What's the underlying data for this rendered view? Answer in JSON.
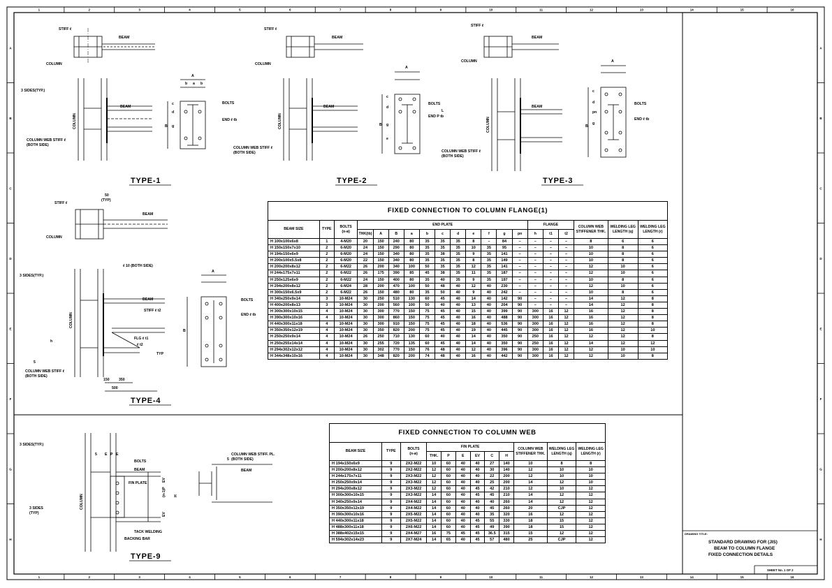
{
  "grid": {
    "columns": [
      "1",
      "2",
      "3",
      "4",
      "5",
      "6",
      "7",
      "8",
      "9",
      "10",
      "11",
      "12",
      "13",
      "14",
      "15",
      "16"
    ],
    "rows": [
      "A",
      "B",
      "C",
      "D",
      "E",
      "F",
      "G",
      "H"
    ]
  },
  "type1": {
    "stiff": "STIFF ℓ",
    "beam_top": "BEAM",
    "column_top": "COLUMN",
    "three_sides": "3 SIDES(TYP.)",
    "beam": "BEAM",
    "column": "COLUMN",
    "stiff_note_1": "COLUMN WEB STIFF ℓ",
    "stiff_note_2": "(BOTH SIDE)",
    "dim_a": "A",
    "dim_b": "b",
    "dim_a2": "a",
    "dim_b2": "b",
    "bolts": "BOLTS",
    "end_pl": "END ℓ tb",
    "dim_B": "B",
    "dim_c": "c",
    "dim_d": "d",
    "dim_g": "g",
    "title": "TYPE-1"
  },
  "type2": {
    "stiff": "STIFF ℓ",
    "beam_top": "BEAM",
    "column_top": "COLUMN",
    "beam": "BEAM",
    "column": "COLUMN",
    "stiff_note_1": "COLUMN WEB STIFF ℓ",
    "stiff_note_2": "(BOTH SIDE)",
    "dim_a": "A",
    "bolts": "BOLTS",
    "dim_L": "L",
    "end_pl": "END P tb",
    "dim_B": "B",
    "dim_c": "c",
    "dim_d": "d",
    "dim_g": "g",
    "dim_e": "e",
    "title": "TYPE-2"
  },
  "type3": {
    "stiff": "STIFF ℓ",
    "beam_top": "BEAM",
    "column_top": "COLUMN",
    "beam": "BEAM",
    "column": "COLUMN",
    "stiff_note_1": "COLUMN WEB STIFF ℓ",
    "stiff_note_2": "(BOTH SIDE)",
    "dim_a": "A",
    "bolts": "BOLTS",
    "end_pl": "END ℓ tb",
    "dim_B": "B",
    "dim_c": "c",
    "dim_d": "d",
    "dim_g": "g",
    "dim_pn": "pn",
    "title": "TYPE-3"
  },
  "type4": {
    "stiff": "STIFF ℓ",
    "dim_50": "50",
    "typ": "(TYP)",
    "beam_top": "BEAM",
    "column_top": "COLUMN",
    "pl10": "ℓ 10 (BOTH SIDE)",
    "three_sides": "3 SIDES(TYP.)",
    "beam": "BEAM",
    "stiff_t2": "STIFF ℓ t2",
    "column": "COLUMN",
    "flg": "FLG ℓ t1",
    "pl_t2": "ℓ t2",
    "typ2": "TYP",
    "dim_h": "h",
    "dim_5": "5",
    "stiff_note_1": "COLUMN WEB STIFF ℓ",
    "stiff_note_2": "(BOTH SIDE)",
    "dim_150": "150",
    "dim_350": "350",
    "dim_500": "500",
    "dim_a": "A",
    "bolts": "BOLTS",
    "end_pl": "END ℓ tb",
    "dim_B": "B",
    "title": "TYPE-4"
  },
  "type9": {
    "dim_5": "5",
    "dim_E": "E",
    "dim_P": "P",
    "dim_E2": "E",
    "three_sides": "3 SIDES(TYP.)",
    "bolts": "BOLTS",
    "beam": "BEAM",
    "fin_plate": "FIN PLATE",
    "column": "COLUMN",
    "dim_H": "H",
    "dim_n1P": "(n-1)P",
    "dim_EV": "EV",
    "dim_EV2": "EV",
    "three_sides_2": "3 SIDES",
    "typ": "(TYP)",
    "tack": "TACK WELDING",
    "backing": "BACKING BAR",
    "stiff_pl": "COLUMN WEB STIFF. PL.",
    "both": "(BOTH SIDE)",
    "dim_5b": "5",
    "beam_right": "BEAM",
    "title": "TYPE-9"
  },
  "flange_table": {
    "title": "FIXED CONNECTION TO COLUMN FLANGE(1)",
    "h_beam": "BEAM SIZE",
    "h_type": "TYPE",
    "h_bolts": "BOLTS",
    "h_bolts2": "(n-ø)",
    "h_end": "END PLATE",
    "h_flange": "FLANGE",
    "h_stiff": "COLUMN WEB STIFFENER THK.",
    "h_wq": "WELDING LEG LENGTH (q)",
    "h_wr": "WELDING LEG LENGTH (r)",
    "sub": [
      "THK(tb)",
      "A",
      "B",
      "a",
      "b",
      "c",
      "d",
      "e",
      "f",
      "g",
      "pn",
      "h",
      "t1",
      "t2"
    ],
    "rows": [
      [
        "H 100x100x6x8",
        "1",
        "4-M20",
        "20",
        "150",
        "240",
        "80",
        "35",
        "35",
        "35",
        "8",
        "–",
        "84",
        "–",
        "–",
        "–",
        "–",
        "8",
        "6",
        "6"
      ],
      [
        "H 150x150x7x10",
        "2",
        "6-M20",
        "24",
        "150",
        "290",
        "80",
        "35",
        "35",
        "35",
        "10",
        "35",
        "95",
        "–",
        "–",
        "–",
        "–",
        "10",
        "8",
        "6"
      ],
      [
        "H 194x150x6x9",
        "2",
        "6-M20",
        "24",
        "150",
        "340",
        "80",
        "35",
        "38",
        "35",
        "9",
        "35",
        "141",
        "–",
        "–",
        "–",
        "–",
        "10",
        "8",
        "6"
      ],
      [
        "H 200x100x5.5x8",
        "2",
        "6-M20",
        "22",
        "150",
        "340",
        "80",
        "35",
        "35",
        "35",
        "8",
        "35",
        "149",
        "–",
        "–",
        "–",
        "–",
        "10",
        "8",
        "6"
      ],
      [
        "H 200x200x8x12",
        "2",
        "6-M22",
        "26",
        "200",
        "340",
        "100",
        "50",
        "35",
        "35",
        "12",
        "35",
        "141",
        "–",
        "–",
        "–",
        "–",
        "12",
        "10",
        "6"
      ],
      [
        "H 244x175x7x11",
        "2",
        "6-M22",
        "26",
        "175",
        "390",
        "85",
        "45",
        "38",
        "35",
        "11",
        "35",
        "187",
        "–",
        "–",
        "–",
        "–",
        "12",
        "10",
        "6"
      ],
      [
        "H 250x125x6x9",
        "2",
        "6-M22",
        "24",
        "150",
        "400",
        "80",
        "35",
        "40",
        "35",
        "9",
        "35",
        "197",
        "–",
        "–",
        "–",
        "–",
        "10",
        "8",
        "6"
      ],
      [
        "H 294x200x8x12",
        "2",
        "6-M24",
        "28",
        "200",
        "470",
        "100",
        "50",
        "48",
        "40",
        "12",
        "40",
        "230",
        "–",
        "–",
        "–",
        "–",
        "12",
        "10",
        "6"
      ],
      [
        "H 300x150x6.5x9",
        "2",
        "6-M22",
        "26",
        "150",
        "480",
        "80",
        "35",
        "50",
        "40",
        "9",
        "40",
        "242",
        "–",
        "–",
        "–",
        "–",
        "10",
        "8",
        "6"
      ],
      [
        "H 340x250x9x14",
        "3",
        "10-M24",
        "30",
        "250",
        "510",
        "130",
        "60",
        "45",
        "40",
        "14",
        "40",
        "142",
        "90",
        "–",
        "–",
        "–",
        "14",
        "12",
        "8"
      ],
      [
        "H 400x200x8x13",
        "3",
        "10-M24",
        "30",
        "200",
        "560",
        "100",
        "50",
        "40",
        "40",
        "13",
        "40",
        "204",
        "90",
        "–",
        "–",
        "–",
        "14",
        "12",
        "8"
      ],
      [
        "H 300x300x10x15",
        "4",
        "10-M24",
        "30",
        "300",
        "770",
        "150",
        "75",
        "45",
        "40",
        "15",
        "40",
        "399",
        "90",
        "300",
        "16",
        "12",
        "16",
        "12",
        "8"
      ],
      [
        "H 390x300x10x16",
        "4",
        "10-M24",
        "30",
        "300",
        "860",
        "150",
        "75",
        "45",
        "40",
        "16",
        "40",
        "488",
        "90",
        "300",
        "16",
        "12",
        "16",
        "12",
        "8"
      ],
      [
        "H 440x300x11x18",
        "4",
        "10-M24",
        "30",
        "300",
        "910",
        "150",
        "75",
        "45",
        "40",
        "18",
        "40",
        "536",
        "90",
        "300",
        "16",
        "12",
        "16",
        "12",
        "8"
      ],
      [
        "H 350x350x12x19",
        "4",
        "10-M24",
        "30",
        "350",
        "820",
        "200",
        "75",
        "45",
        "40",
        "19",
        "40",
        "445",
        "90",
        "300",
        "16",
        "12",
        "16",
        "12",
        "10"
      ],
      [
        "H 250x250x9x14",
        "4",
        "10-M24",
        "26",
        "250",
        "710",
        "130",
        "60",
        "40",
        "40",
        "14",
        "40",
        "350",
        "90",
        "250",
        "16",
        "12",
        "12",
        "12",
        "8"
      ],
      [
        "H 250x255x14x14",
        "4",
        "10-M24",
        "30",
        "255",
        "720",
        "135",
        "60",
        "45",
        "40",
        "14",
        "40",
        "350",
        "90",
        "250",
        "16",
        "12",
        "14",
        "12",
        "12"
      ],
      [
        "H 294x302x12x12",
        "4",
        "10-M24",
        "30",
        "302",
        "770",
        "150",
        "76",
        "48",
        "40",
        "12",
        "40",
        "396",
        "90",
        "300",
        "16",
        "12",
        "12",
        "10",
        "10"
      ],
      [
        "H 344x348x10x16",
        "4",
        "10-M24",
        "30",
        "348",
        "820",
        "200",
        "74",
        "48",
        "40",
        "16",
        "40",
        "442",
        "90",
        "300",
        "16",
        "12",
        "12",
        "10",
        "8"
      ]
    ]
  },
  "web_table": {
    "title": "FIXED CONNECTION TO COLUMN WEB",
    "h_beam": "BEAM SIZE",
    "h_type": "TYPE",
    "h_bolts": "BOLTS",
    "h_bolts2": "(n-ø)",
    "h_fin": "FIN PLATE",
    "h_stiff": "COLUMN WEB STIFFENER THK.",
    "h_wq": "WELDING LEG LENGTH (q)",
    "h_wr": "WELDING LEG LENGTH (r)",
    "sub": [
      "THK.",
      "P",
      "E",
      "EV",
      "C",
      "H"
    ],
    "rows": [
      [
        "H 194x150x6x9",
        "9",
        "2X2-M22",
        "10",
        "60",
        "40",
        "40",
        "27",
        "140",
        "10",
        "8",
        "8"
      ],
      [
        "H 200x200x8x12",
        "9",
        "2X2-M22",
        "12",
        "60",
        "40",
        "40",
        "30",
        "140",
        "12",
        "10",
        "10"
      ],
      [
        "H 244x175x7x11",
        "9",
        "2X3-M22",
        "12",
        "60",
        "40",
        "40",
        "22",
        "200",
        "12",
        "10",
        "10"
      ],
      [
        "H 250x250x9x14",
        "9",
        "2X3-M22",
        "12",
        "60",
        "40",
        "40",
        "25",
        "200",
        "14",
        "12",
        "10"
      ],
      [
        "H 294x200x8x12",
        "9",
        "2X3-M22",
        "12",
        "60",
        "40",
        "45",
        "42",
        "210",
        "12",
        "10",
        "12"
      ],
      [
        "H 300x300x10x15",
        "9",
        "2X3-M22",
        "14",
        "60",
        "40",
        "45",
        "45",
        "210",
        "14",
        "12",
        "12"
      ],
      [
        "H 340x250x9x14",
        "9",
        "2X4-M22",
        "14",
        "60",
        "40",
        "40",
        "40",
        "260",
        "14",
        "12",
        "12"
      ],
      [
        "H 350x350x12x19",
        "9",
        "2X4-M22",
        "14",
        "60",
        "40",
        "40",
        "45",
        "260",
        "20",
        "CJP",
        "12"
      ],
      [
        "H 390x300x10x16",
        "9",
        "2X5-M22",
        "14",
        "60",
        "40",
        "40",
        "35",
        "320",
        "16",
        "12",
        "12"
      ],
      [
        "H 440x300x11x18",
        "9",
        "2X5-M22",
        "14",
        "60",
        "40",
        "45",
        "55",
        "330",
        "18",
        "15",
        "12"
      ],
      [
        "H 488x300x11x18",
        "9",
        "2X6-M22",
        "14",
        "60",
        "40",
        "45",
        "49",
        "390",
        "18",
        "15",
        "12"
      ],
      [
        "H 388x402x15x15",
        "9",
        "2X4-M27",
        "16",
        "75",
        "45",
        "45",
        "36.5",
        "315",
        "15",
        "12",
        "12"
      ],
      [
        "H 594x302x14x23",
        "9",
        "2X7-M24",
        "14",
        "65",
        "40",
        "45",
        "57",
        "480",
        "25",
        "CJP",
        "12"
      ]
    ]
  },
  "title_block": {
    "label": "DRAWING TITLE:",
    "line1": "STANDARD DRAWING FOR (JIS)",
    "line2": "BEAM TO COLUMN FLANGE",
    "line3": "FIXED CONNECTION DETAILS",
    "sheet": "SHEET No. 1 OF 2"
  }
}
